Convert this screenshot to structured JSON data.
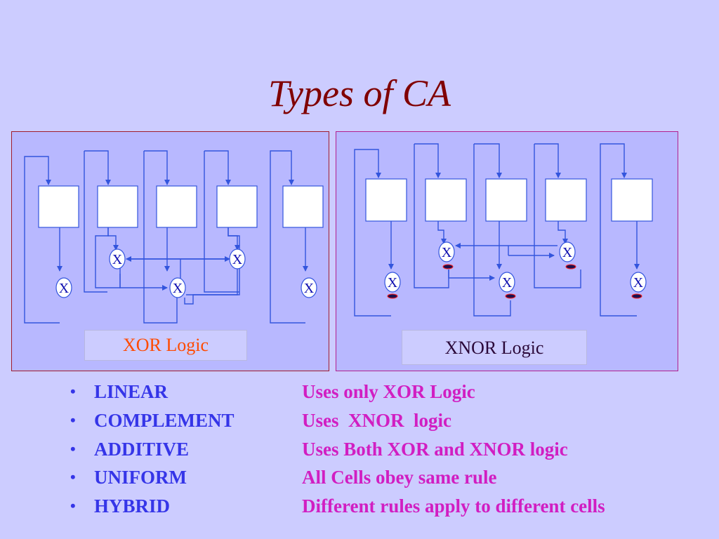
{
  "title": "Types of CA",
  "xor_diagram": {
    "caption": "XOR Logic",
    "gate_label": "X"
  },
  "xnor_diagram": {
    "caption": "XNOR Logic",
    "gate_label": "X"
  },
  "colors": {
    "background": "#ccccff",
    "panel_fill": "#b8b8ff",
    "wire": "#3355dd",
    "title": "#800000",
    "term": "#3535e8",
    "description": "#d11ec2",
    "xor_caption": "#ff4a00"
  },
  "bullets": [
    {
      "term": "LINEAR",
      "description": "Uses only XOR Logic"
    },
    {
      "term": "COMPLEMENT",
      "description": "Uses  XNOR  logic"
    },
    {
      "term": "ADDITIVE",
      "description": "Uses Both XOR and XNOR logic"
    },
    {
      "term": "UNIFORM",
      "description": "All Cells obey same rule"
    },
    {
      "term": "HYBRID",
      "description": "Different rules apply to different cells"
    }
  ]
}
